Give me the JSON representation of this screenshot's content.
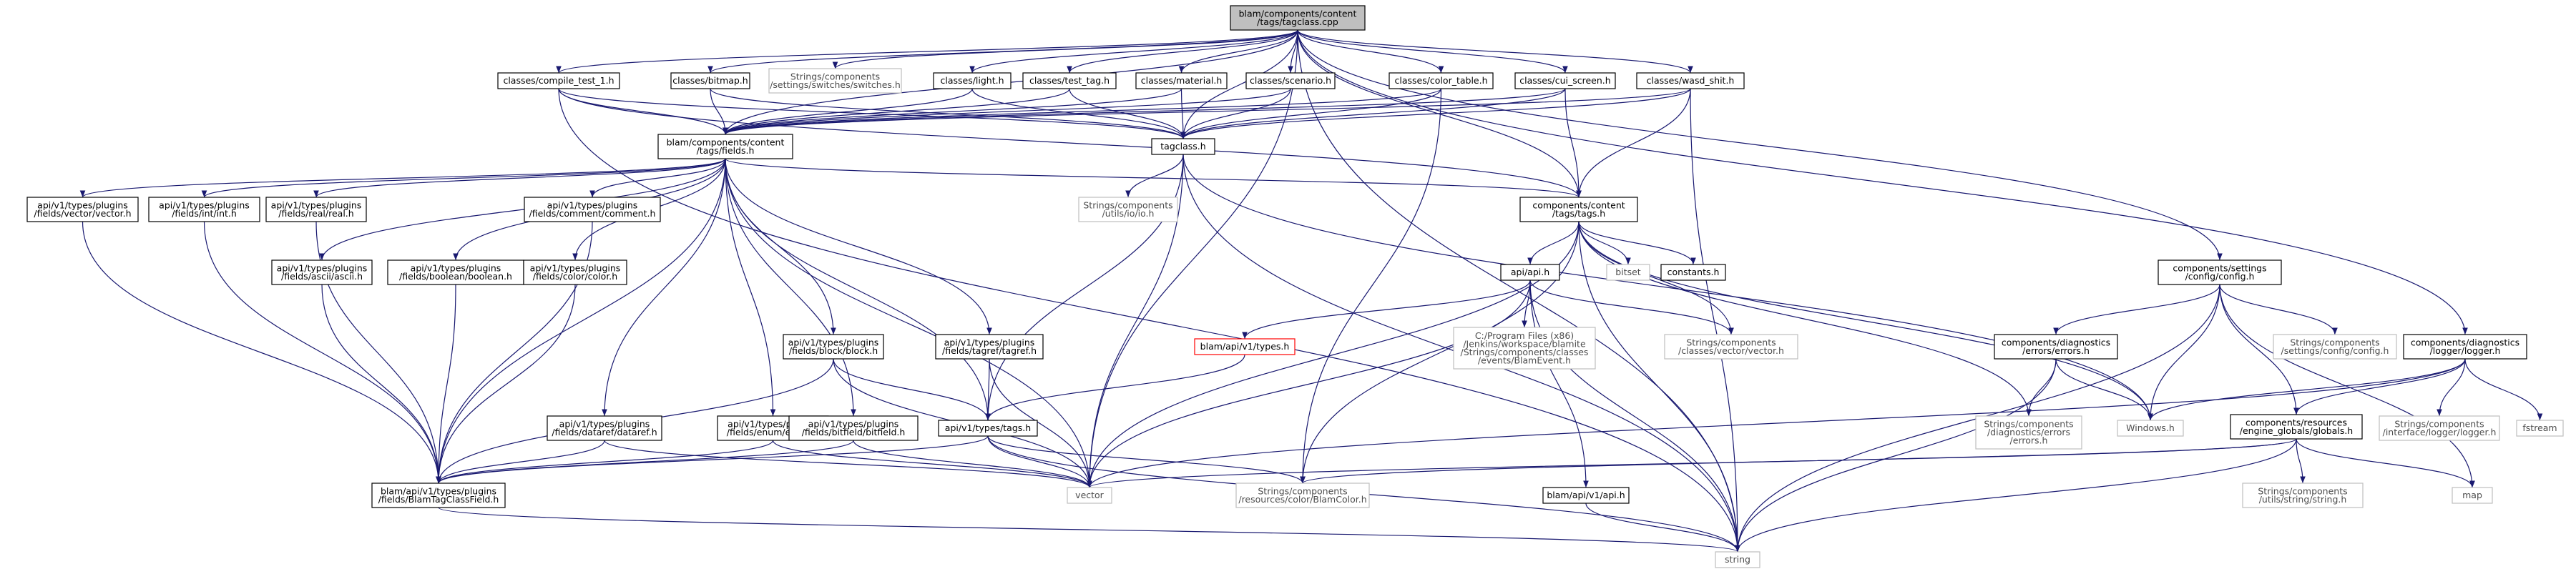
{
  "graph": {
    "colors": {
      "edge": "#191970",
      "root_fill": "#bfbfbf",
      "node_border": "#000000",
      "missing_border": "#bfbfbf",
      "external_border": "#ff0000"
    },
    "nodes": [
      {
        "id": "root",
        "kind": "root",
        "lines": [
          "blam/components/content",
          "/tags/tagclass.cpp"
        ]
      },
      {
        "id": "compile_test",
        "kind": "normal",
        "lines": [
          "classes/compile_test_1.h"
        ]
      },
      {
        "id": "bitmap",
        "kind": "normal",
        "lines": [
          "classes/bitmap.h"
        ]
      },
      {
        "id": "switches",
        "kind": "missing",
        "lines": [
          "Strings/components",
          "/settings/switches/switches.h"
        ]
      },
      {
        "id": "light",
        "kind": "normal",
        "lines": [
          "classes/light.h"
        ]
      },
      {
        "id": "test_tag",
        "kind": "normal",
        "lines": [
          "classes/test_tag.h"
        ]
      },
      {
        "id": "material",
        "kind": "normal",
        "lines": [
          "classes/material.h"
        ]
      },
      {
        "id": "scenario",
        "kind": "normal",
        "lines": [
          "classes/scenario.h"
        ]
      },
      {
        "id": "color_table",
        "kind": "normal",
        "lines": [
          "classes/color_table.h"
        ]
      },
      {
        "id": "cui_screen",
        "kind": "normal",
        "lines": [
          "classes/cui_screen.h"
        ]
      },
      {
        "id": "wasd_shit",
        "kind": "normal",
        "lines": [
          "classes/wasd_shit.h"
        ]
      },
      {
        "id": "fields",
        "kind": "normal",
        "lines": [
          "blam/components/content",
          "/tags/fields.h"
        ]
      },
      {
        "id": "tagclass",
        "kind": "normal",
        "lines": [
          "tagclass.h"
        ]
      },
      {
        "id": "io",
        "kind": "missing",
        "lines": [
          "Strings/components",
          "/utils/io/io.h"
        ]
      },
      {
        "id": "tags",
        "kind": "normal",
        "lines": [
          "components/content",
          "/tags/tags.h"
        ]
      },
      {
        "id": "vectorf",
        "kind": "normal",
        "lines": [
          "api/v1/types/plugins",
          "/fields/vector/vector.h"
        ]
      },
      {
        "id": "intf",
        "kind": "normal",
        "lines": [
          "api/v1/types/plugins",
          "/fields/int/int.h"
        ]
      },
      {
        "id": "realf",
        "kind": "normal",
        "lines": [
          "api/v1/types/plugins",
          "/fields/real/real.h"
        ]
      },
      {
        "id": "commentf",
        "kind": "normal",
        "lines": [
          "api/v1/types/plugins",
          "/fields/comment/comment.h"
        ]
      },
      {
        "id": "asciif",
        "kind": "normal",
        "lines": [
          "api/v1/types/plugins",
          "/fields/ascii/ascii.h"
        ]
      },
      {
        "id": "booleanf",
        "kind": "normal",
        "lines": [
          "api/v1/types/plugins",
          "/fields/boolean/boolean.h"
        ]
      },
      {
        "id": "colorf",
        "kind": "normal",
        "lines": [
          "api/v1/types/plugins",
          "/fields/color/color.h"
        ]
      },
      {
        "id": "bitset",
        "kind": "missing",
        "lines": [
          "bitset"
        ]
      },
      {
        "id": "constants",
        "kind": "normal",
        "lines": [
          "constants.h"
        ]
      },
      {
        "id": "api",
        "kind": "normal",
        "lines": [
          "api/api.h"
        ]
      },
      {
        "id": "config",
        "kind": "normal",
        "lines": [
          "components/settings",
          "/config/config.h"
        ]
      },
      {
        "id": "blockf",
        "kind": "normal",
        "lines": [
          "api/v1/types/plugins",
          "/fields/block/block.h"
        ]
      },
      {
        "id": "tagreff",
        "kind": "normal",
        "lines": [
          "api/v1/types/plugins",
          "/fields/tagref/tagref.h"
        ]
      },
      {
        "id": "apiv1types",
        "kind": "external",
        "lines": [
          "blam/api/v1/types.h"
        ]
      },
      {
        "id": "blamevent",
        "kind": "missing",
        "lines": [
          "C:/Program Files (x86)",
          "/Jenkins/workspace/blamite",
          "/Strings/components/classes",
          "/events/BlamEvent.h"
        ]
      },
      {
        "id": "vectorh",
        "kind": "missing",
        "lines": [
          "Strings/components",
          "/classes/vector/vector.h"
        ]
      },
      {
        "id": "errors",
        "kind": "normal",
        "lines": [
          "components/diagnostics",
          "/errors/errors.h"
        ]
      },
      {
        "id": "cfgstr",
        "kind": "missing",
        "lines": [
          "Strings/components",
          "/settings/config/config.h"
        ]
      },
      {
        "id": "logger",
        "kind": "normal",
        "lines": [
          "components/diagnostics",
          "/logger/logger.h"
        ]
      },
      {
        "id": "datareff",
        "kind": "normal",
        "lines": [
          "api/v1/types/plugins",
          "/fields/dataref/dataref.h"
        ]
      },
      {
        "id": "enumf",
        "kind": "normal",
        "lines": [
          "api/v1/types/plugins",
          "/fields/enum/enum.h"
        ]
      },
      {
        "id": "bitfieldf",
        "kind": "normal",
        "lines": [
          "api/v1/types/plugins",
          "/fields/bitfield/bitfield.h"
        ]
      },
      {
        "id": "tagsh2",
        "kind": "normal",
        "lines": [
          "api/v1/types/tags.h"
        ]
      },
      {
        "id": "errstr",
        "kind": "missing",
        "lines": [
          "Strings/components",
          "/diagnostics/errors",
          "/errors.h"
        ]
      },
      {
        "id": "windows",
        "kind": "missing",
        "lines": [
          "Windows.h"
        ]
      },
      {
        "id": "globals",
        "kind": "normal",
        "lines": [
          "components/resources",
          "/engine_globals/globals.h"
        ]
      },
      {
        "id": "loggerstr",
        "kind": "missing",
        "lines": [
          "Strings/components",
          "/interface/logger/logger.h"
        ]
      },
      {
        "id": "fstream",
        "kind": "missing",
        "lines": [
          "fstream"
        ]
      },
      {
        "id": "blamtagclassfield",
        "kind": "normal",
        "lines": [
          "blam/api/v1/types/plugins",
          "/fields/BlamTagClassField.h"
        ]
      },
      {
        "id": "vector",
        "kind": "missing",
        "lines": [
          "vector"
        ]
      },
      {
        "id": "blamcolor",
        "kind": "missing",
        "lines": [
          "Strings/components",
          "/resources/color/BlamColor.h"
        ]
      },
      {
        "id": "apiv1api",
        "kind": "normal",
        "lines": [
          "blam/api/v1/api.h"
        ]
      },
      {
        "id": "stringh",
        "kind": "missing",
        "lines": [
          "Strings/components",
          "/utils/string/string.h"
        ]
      },
      {
        "id": "map",
        "kind": "missing",
        "lines": [
          "map"
        ]
      },
      {
        "id": "string",
        "kind": "missing",
        "lines": [
          "string"
        ]
      }
    ],
    "edges": [
      [
        "root",
        "compile_test"
      ],
      [
        "root",
        "bitmap"
      ],
      [
        "root",
        "switches"
      ],
      [
        "root",
        "light"
      ],
      [
        "root",
        "test_tag"
      ],
      [
        "root",
        "material"
      ],
      [
        "root",
        "scenario"
      ],
      [
        "root",
        "color_table"
      ],
      [
        "root",
        "cui_screen"
      ],
      [
        "root",
        "wasd_shit"
      ],
      [
        "root",
        "tagclass"
      ],
      [
        "root",
        "tags"
      ],
      [
        "root",
        "config"
      ],
      [
        "root",
        "logger"
      ],
      [
        "root",
        "vector"
      ],
      [
        "root",
        "string"
      ],
      [
        "root",
        "fields"
      ],
      [
        "compile_test",
        "fields"
      ],
      [
        "compile_test",
        "tagclass"
      ],
      [
        "compile_test",
        "tags"
      ],
      [
        "compile_test",
        "string"
      ],
      [
        "bitmap",
        "fields"
      ],
      [
        "bitmap",
        "tagclass"
      ],
      [
        "light",
        "fields"
      ],
      [
        "light",
        "tagclass"
      ],
      [
        "test_tag",
        "fields"
      ],
      [
        "test_tag",
        "tagclass"
      ],
      [
        "material",
        "fields"
      ],
      [
        "material",
        "tagclass"
      ],
      [
        "scenario",
        "fields"
      ],
      [
        "scenario",
        "tagclass"
      ],
      [
        "color_table",
        "fields"
      ],
      [
        "color_table",
        "tagclass"
      ],
      [
        "color_table",
        "blamcolor"
      ],
      [
        "cui_screen",
        "fields"
      ],
      [
        "cui_screen",
        "tagclass"
      ],
      [
        "cui_screen",
        "tags"
      ],
      [
        "wasd_shit",
        "fields"
      ],
      [
        "wasd_shit",
        "tagclass"
      ],
      [
        "wasd_shit",
        "tags"
      ],
      [
        "wasd_shit",
        "string"
      ],
      [
        "fields",
        "vectorf"
      ],
      [
        "fields",
        "intf"
      ],
      [
        "fields",
        "realf"
      ],
      [
        "fields",
        "commentf"
      ],
      [
        "fields",
        "asciif"
      ],
      [
        "fields",
        "booleanf"
      ],
      [
        "fields",
        "colorf"
      ],
      [
        "fields",
        "blockf"
      ],
      [
        "fields",
        "tagreff"
      ],
      [
        "fields",
        "datareff"
      ],
      [
        "fields",
        "enumf"
      ],
      [
        "fields",
        "bitfieldf"
      ],
      [
        "fields",
        "tagsh2"
      ],
      [
        "fields",
        "blamtagclassfield"
      ],
      [
        "fields",
        "tags"
      ],
      [
        "fields",
        "vector"
      ],
      [
        "tagclass",
        "io"
      ],
      [
        "tagclass",
        "tagsh2"
      ],
      [
        "tagclass",
        "vector"
      ],
      [
        "tagclass",
        "string"
      ],
      [
        "tagclass",
        "windows"
      ],
      [
        "tags",
        "bitset"
      ],
      [
        "tags",
        "constants"
      ],
      [
        "tags",
        "api"
      ],
      [
        "tags",
        "vectorh"
      ],
      [
        "tags",
        "errstr"
      ],
      [
        "tags",
        "windows"
      ],
      [
        "tags",
        "vector"
      ],
      [
        "tags",
        "blamcolor"
      ],
      [
        "tags",
        "string"
      ],
      [
        "vectorf",
        "blamtagclassfield"
      ],
      [
        "intf",
        "blamtagclassfield"
      ],
      [
        "realf",
        "blamtagclassfield"
      ],
      [
        "commentf",
        "blamtagclassfield"
      ],
      [
        "asciif",
        "blamtagclassfield"
      ],
      [
        "booleanf",
        "blamtagclassfield"
      ],
      [
        "colorf",
        "blamtagclassfield"
      ],
      [
        "api",
        "apiv1types"
      ],
      [
        "api",
        "blamevent"
      ],
      [
        "api",
        "vectorh"
      ],
      [
        "api",
        "apiv1api"
      ],
      [
        "api",
        "vector"
      ],
      [
        "api",
        "string"
      ],
      [
        "config",
        "errors"
      ],
      [
        "config",
        "cfgstr"
      ],
      [
        "config",
        "globals"
      ],
      [
        "config",
        "windows"
      ],
      [
        "config",
        "string"
      ],
      [
        "config",
        "map"
      ],
      [
        "blockf",
        "tagsh2"
      ],
      [
        "blockf",
        "blamtagclassfield"
      ],
      [
        "blockf",
        "vector"
      ],
      [
        "tagreff",
        "tagsh2"
      ],
      [
        "tagreff",
        "vector"
      ],
      [
        "apiv1types",
        "tagsh2"
      ],
      [
        "errors",
        "errstr"
      ],
      [
        "errors",
        "windows"
      ],
      [
        "errors",
        "string"
      ],
      [
        "logger",
        "windows"
      ],
      [
        "logger",
        "globals"
      ],
      [
        "logger",
        "loggerstr"
      ],
      [
        "logger",
        "fstream"
      ],
      [
        "logger",
        "vector"
      ],
      [
        "datareff",
        "blamtagclassfield"
      ],
      [
        "datareff",
        "vector"
      ],
      [
        "enumf",
        "blamtagclassfield"
      ],
      [
        "enumf",
        "vector"
      ],
      [
        "bitfieldf",
        "blamtagclassfield"
      ],
      [
        "bitfieldf",
        "vector"
      ],
      [
        "tagsh2",
        "blamtagclassfield"
      ],
      [
        "tagsh2",
        "vector"
      ],
      [
        "tagsh2",
        "blamcolor"
      ],
      [
        "tagsh2",
        "string"
      ],
      [
        "globals",
        "vector"
      ],
      [
        "globals",
        "blamcolor"
      ],
      [
        "globals",
        "stringh"
      ],
      [
        "globals",
        "map"
      ],
      [
        "globals",
        "string"
      ],
      [
        "blamtagclassfield",
        "string"
      ],
      [
        "apiv1api",
        "string"
      ]
    ]
  }
}
